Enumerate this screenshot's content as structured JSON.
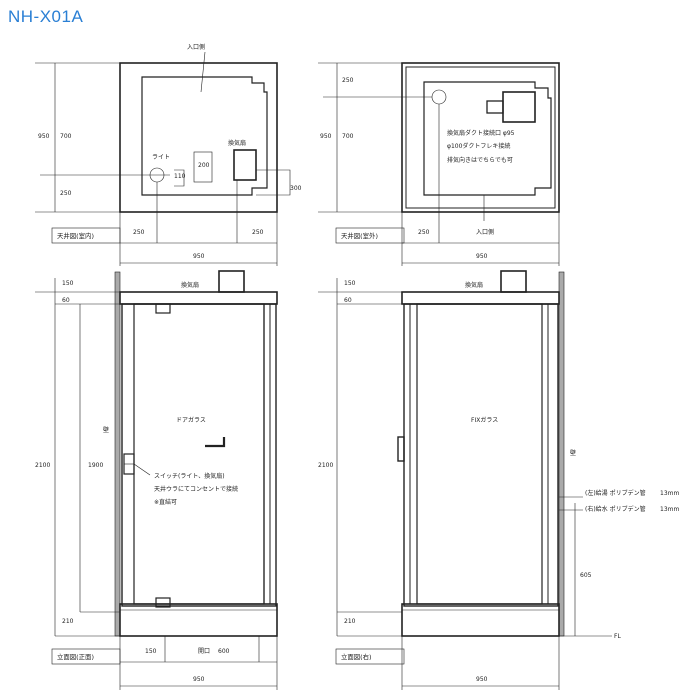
{
  "title": "NH-X01A",
  "ceiling_interior": {
    "label": "天井図(室内)",
    "entrance": "入口側",
    "light": "ライト",
    "fan": "換気扇",
    "dims": {
      "total": "950",
      "d700": "700",
      "d250": "250",
      "w250a": "250",
      "w250b": "250",
      "w950": "950",
      "d110": "110",
      "d200": "200",
      "d300": "300"
    }
  },
  "ceiling_exterior": {
    "label": "天井図(室外)",
    "entrance": "入口側",
    "note1": "換気扇ダクト接続口 φ95",
    "note2": "φ100ダクトフレキ接続",
    "note3": "排気向きはでちらでも可",
    "dims": {
      "d250": "250",
      "total": "950",
      "d700": "700",
      "w250": "250",
      "w950": "950"
    }
  },
  "front_elevation": {
    "label": "立面図(正面)",
    "fan": "換気扇",
    "door_glass": "ドアガラス",
    "wall": "壁",
    "switch1": "スイッチ(ライト、換気扇)",
    "switch2": "天井ウラにてコンセントで接続",
    "switch3": "※直結可",
    "opening": "開口",
    "dims": {
      "d150": "150",
      "d60": "60",
      "h2100": "2100",
      "h1900": "1900",
      "d210": "210",
      "w150": "150",
      "w600": "600",
      "w950": "950"
    }
  },
  "right_elevation": {
    "label": "立面図(右)",
    "fan": "換気扇",
    "fix_glass": "FIXガラス",
    "wall": "壁",
    "drain": "(左)給湯 ポリブデン管",
    "supply": "(右)給水 ポリブデン管",
    "pipe_size1": "13mm",
    "pipe_size2": "13mm",
    "fl": "FL",
    "dims": {
      "d150": "150",
      "d60": "60",
      "h2100": "2100",
      "d210": "210",
      "h605": "605",
      "w950": "950"
    }
  }
}
